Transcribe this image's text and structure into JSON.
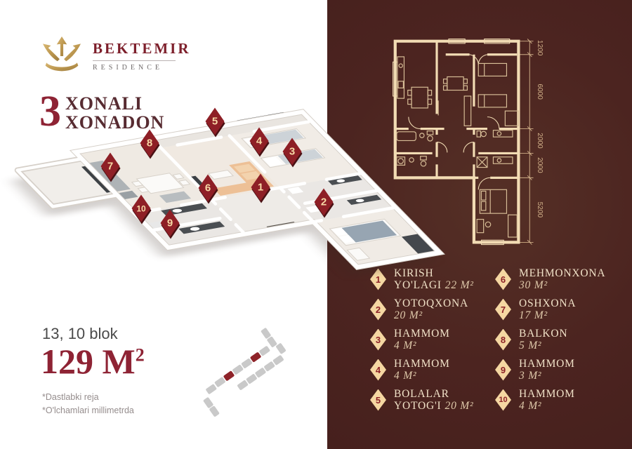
{
  "colors": {
    "panel": "#4c2420",
    "accent": "#8e2334",
    "cream": "#f5d7a2",
    "gold": "#c9a558",
    "marker": "#8e1f26"
  },
  "icons": {
    "logo": "crown-icon",
    "legend_bullet": "diamond-icon",
    "plan_marker": "diamond-icon"
  },
  "brand": {
    "name": "BEKTEMIR",
    "subtitle": "RESIDENCE"
  },
  "title": {
    "number": "3",
    "line1": "XONALI",
    "line2": "XONADON"
  },
  "info": {
    "block_label": "13, 10 blok",
    "area_value": "129 M",
    "area_sup": "2",
    "note1": "*Dastlabki reja",
    "note2": "*O'lchamlari millimetrda"
  },
  "plan2d": {
    "dims": [
      "1200",
      "6000",
      "2000",
      "2000",
      "5200"
    ]
  },
  "markers": [
    "1",
    "2",
    "3",
    "4",
    "5",
    "6",
    "7",
    "8",
    "9",
    "10"
  ],
  "legend": {
    "items": [
      {
        "num": "1",
        "name_top": "KIRISH",
        "name_bottom": "YO'LAGI",
        "area": "22 M²"
      },
      {
        "num": "2",
        "name_top": "YOTOQXONA",
        "name_bottom": "",
        "area": "20 M²"
      },
      {
        "num": "3",
        "name_top": "HAMMOM",
        "name_bottom": "",
        "area": "4 M²"
      },
      {
        "num": "4",
        "name_top": "HAMMOM",
        "name_bottom": "",
        "area": "4 M²"
      },
      {
        "num": "5",
        "name_top": "BOLALAR",
        "name_bottom": "YOTOG'I",
        "area": "20 M²"
      },
      {
        "num": "6",
        "name_top": "MEHMONXONA",
        "name_bottom": "",
        "area": "30 M²"
      },
      {
        "num": "7",
        "name_top": "OSHXONA",
        "name_bottom": "",
        "area": "17 M²"
      },
      {
        "num": "8",
        "name_top": "BALKON",
        "name_bottom": "",
        "area": "5 M²"
      },
      {
        "num": "9",
        "name_top": "HAMMOM",
        "name_bottom": "",
        "area": "3 M²"
      },
      {
        "num": "10",
        "name_top": "HAMMOM",
        "name_bottom": "",
        "area": "4 M²"
      }
    ]
  }
}
